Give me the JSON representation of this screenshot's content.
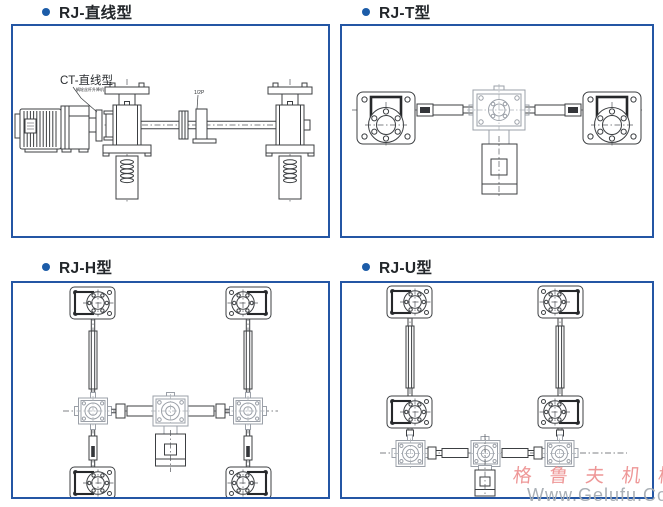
{
  "style": {
    "panel_border": "#2456a4",
    "bullet_color": "#1c5ca8",
    "title_color": "#23272b",
    "line_dark": "#3c3f42",
    "line_light": "#9ba0a8",
    "watermark_pink": "#ec8c8c",
    "watermark_gray": "#a5acb2"
  },
  "panels": [
    {
      "id": "rj-linear",
      "title": "RJ-直线型",
      "view": "side-elevation",
      "annotations": {
        "type_label": "CT-直线型",
        "part_label": "蜗轮丝杆升降机",
        "dim_label": "1/2P"
      },
      "components": [
        "electric-motor",
        "gear-reducer",
        "drive-coupling",
        "screw-jack-left",
        "line-shaft",
        "shaft-coupling",
        "screw-jack-right"
      ]
    },
    {
      "id": "rj-t",
      "title": "RJ-T型",
      "view": "plan",
      "components": [
        "screw-jack-left",
        "shaft-coupling-left",
        "bevel-gearbox-center",
        "electric-motor",
        "shaft-coupling-right",
        "screw-jack-right"
      ]
    },
    {
      "id": "rj-h",
      "title": "RJ-H型",
      "view": "plan",
      "components": [
        "screw-jack-top-left",
        "screw-jack-top-right",
        "screw-jack-bottom-left",
        "screw-jack-bottom-right",
        "bevel-gearbox-left",
        "bevel-gearbox-center",
        "bevel-gearbox-right",
        "electric-motor",
        "line-shafts"
      ]
    },
    {
      "id": "rj-u",
      "title": "RJ-U型",
      "view": "plan",
      "components": [
        "screw-jack-top-left",
        "screw-jack-mid-left",
        "screw-jack-top-right",
        "screw-jack-mid-right",
        "bevel-gearbox-left",
        "bevel-gearbox-center",
        "bevel-gearbox-right",
        "electric-motor",
        "line-shafts"
      ]
    }
  ],
  "watermark": {
    "brand": "格 鲁 夫 机 械",
    "url": "Www.Gelufu.Com"
  }
}
